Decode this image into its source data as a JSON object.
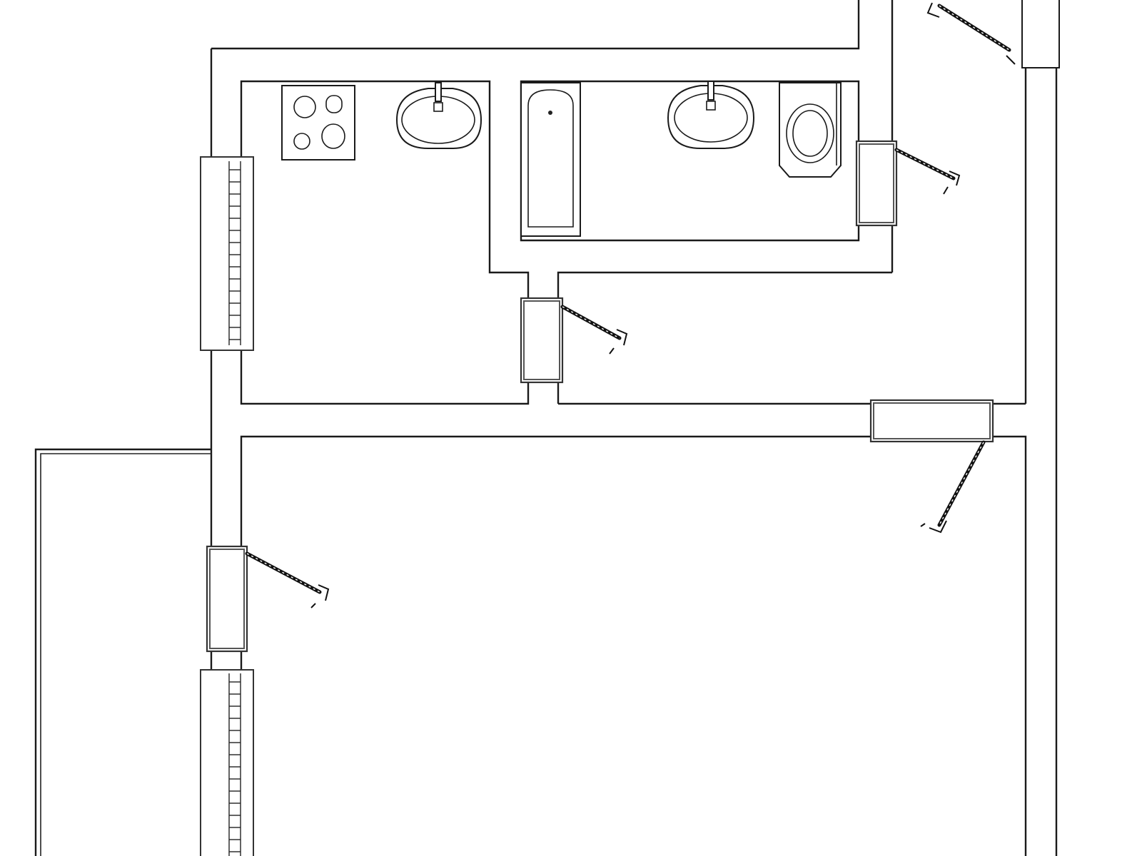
{
  "diagram": {
    "type": "floor-plan",
    "colors": {
      "background": "#ffffff",
      "line": "#1a1a1a"
    },
    "rooms": [
      {
        "id": "kitchen",
        "fixtures": [
          "cooktop-icon",
          "kitchen-sink-icon"
        ]
      },
      {
        "id": "bathroom",
        "fixtures": [
          "bathtub-icon",
          "washbasin-icon",
          "toilet-icon"
        ]
      },
      {
        "id": "hallway",
        "fixtures": []
      },
      {
        "id": "living-room",
        "fixtures": []
      },
      {
        "id": "balcony",
        "fixtures": []
      }
    ],
    "doors": [
      "door-icon-top-right",
      "door-icon-bathroom",
      "door-icon-kitchen",
      "door-icon-living-room-east",
      "door-icon-living-room-west"
    ],
    "windows": [
      "window-kitchen",
      "window-living-room"
    ],
    "labels": []
  }
}
